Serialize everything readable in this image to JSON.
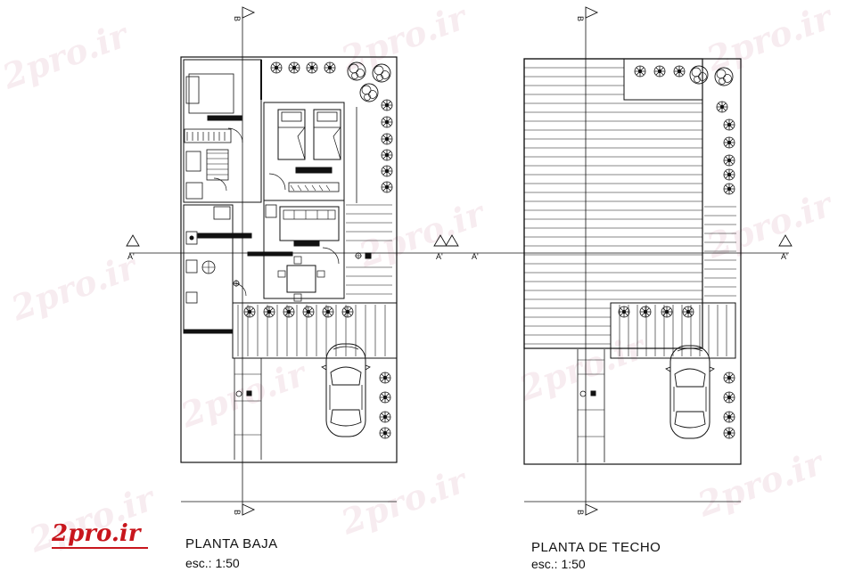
{
  "watermark": "2pro.ir",
  "logo": "2pro.ir",
  "plans": [
    {
      "title": "PLANTA BAJA",
      "scale": "esc.: 1:50"
    },
    {
      "title": "PLANTA DE TECHO",
      "scale": "esc.: 1:50"
    }
  ],
  "section_marks": {
    "vertical": "B",
    "horizontal": "A'"
  },
  "colors": {
    "line": "#111111",
    "logo": "#c8161d",
    "watermark": "#d296aa"
  }
}
